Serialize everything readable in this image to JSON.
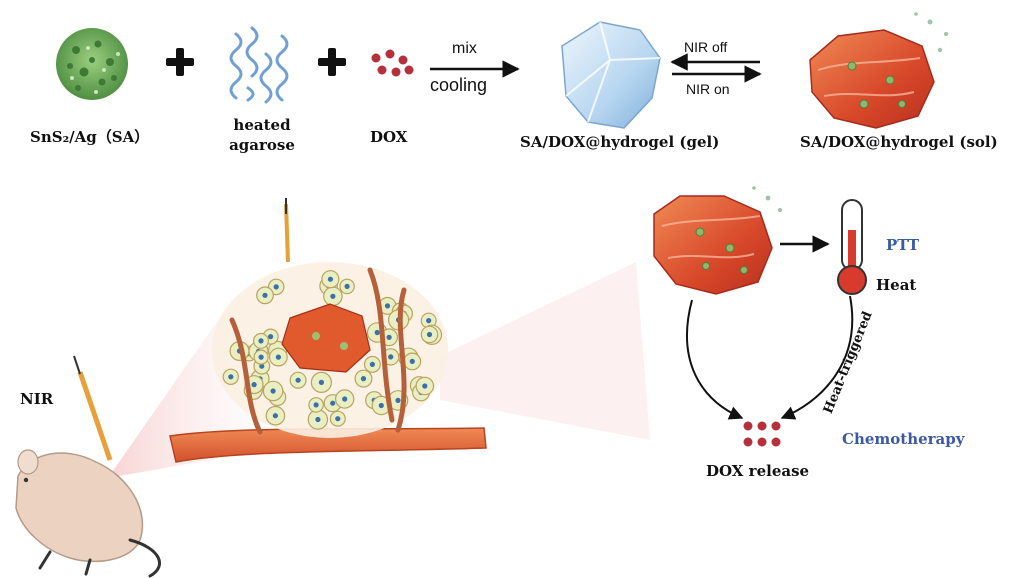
{
  "colors": {
    "drug_red": "#b5303a",
    "gel_blue": "#bcd9f2",
    "hydrogel_red": "#d8482a",
    "nanoparticle_green": "#6fae5a",
    "vessel": "#e26a3c",
    "accent_label": "#3b5aa6"
  },
  "reagents": {
    "sa_label": "SnS₂/Ag（SA）",
    "agarose_label_1": "heated",
    "agarose_label_2": "agarose",
    "dox_label": "DOX",
    "plus_1": "+",
    "plus_2": "+"
  },
  "process": {
    "mix": "mix",
    "cooling": "cooling",
    "nir_off": "NIR off",
    "nir_on": "NIR on",
    "gel_label": "SA/DOX@hydrogel (gel)",
    "sol_label": "SA/DOX@hydrogel (sol)"
  },
  "therapy": {
    "nir": "NIR",
    "ptt": "PTT",
    "heat": "Heat",
    "heat_triggered": "Heat-triggered",
    "dox_release": "DOX release",
    "chemotherapy": "Chemotherapy"
  }
}
